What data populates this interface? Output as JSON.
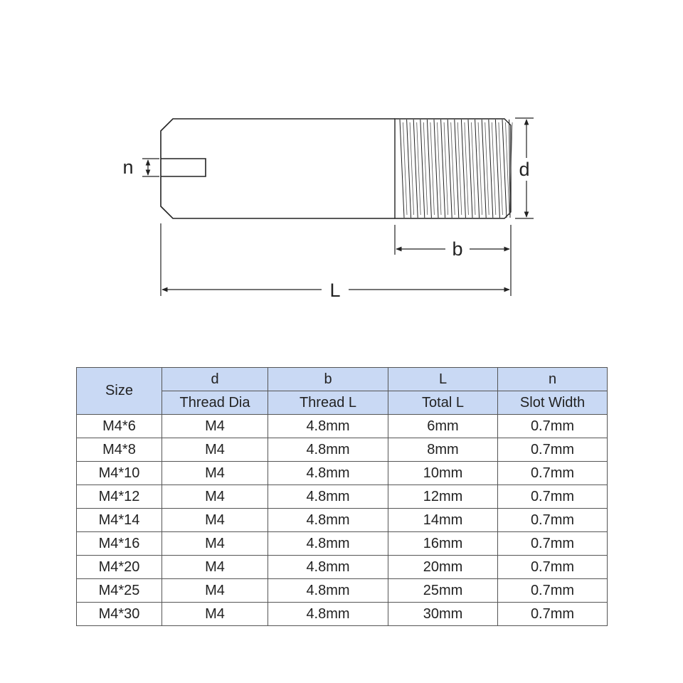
{
  "diagram": {
    "labels": {
      "n": "n",
      "d": "d",
      "b": "b",
      "L": "L"
    }
  },
  "table": {
    "size_header": "Size",
    "columns": [
      {
        "symbol": "d",
        "name": "Thread Dia"
      },
      {
        "symbol": "b",
        "name": "Thread L"
      },
      {
        "symbol": "L",
        "name": "Total L"
      },
      {
        "symbol": "n",
        "name": "Slot Width"
      }
    ],
    "rows": [
      [
        "M4*6",
        "M4",
        "4.8mm",
        "6mm",
        "0.7mm"
      ],
      [
        "M4*8",
        "M4",
        "4.8mm",
        "8mm",
        "0.7mm"
      ],
      [
        "M4*10",
        "M4",
        "4.8mm",
        "10mm",
        "0.7mm"
      ],
      [
        "M4*12",
        "M4",
        "4.8mm",
        "12mm",
        "0.7mm"
      ],
      [
        "M4*14",
        "M4",
        "4.8mm",
        "14mm",
        "0.7mm"
      ],
      [
        "M4*16",
        "M4",
        "4.8mm",
        "16mm",
        "0.7mm"
      ],
      [
        "M4*20",
        "M4",
        "4.8mm",
        "20mm",
        "0.7mm"
      ],
      [
        "M4*25",
        "M4",
        "4.8mm",
        "25mm",
        "0.7mm"
      ],
      [
        "M4*30",
        "M4",
        "4.8mm",
        "30mm",
        "0.7mm"
      ]
    ]
  }
}
